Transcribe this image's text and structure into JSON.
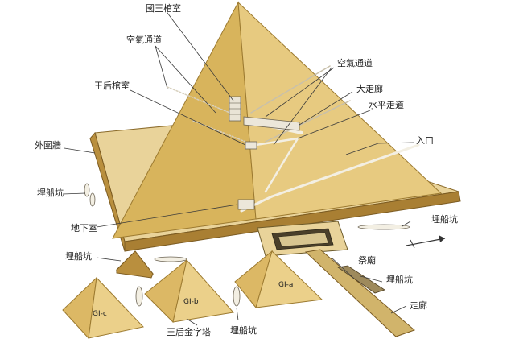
{
  "labels": {
    "king_chamber": "國王棺室",
    "air_shaft_left": "空氣通道",
    "air_shaft_right": "空氣通道",
    "queen_chamber": "王后棺室",
    "grand_gallery": "大走廊",
    "horizontal_passage": "水平走道",
    "entrance": "入口",
    "enclosure_wall": "外圍牆",
    "boat_pit_left": "埋船坑",
    "boat_pit_right": "埋船坑",
    "subterranean_chamber": "地下室",
    "boat_pit_small_pyramid": "埋船坑",
    "mortuary_temple": "祭廟",
    "boat_pit_causeway": "埋船坑",
    "causeway": "走廊",
    "queens_pyramids": "王后金字塔",
    "boat_pit_bottom": "埋船坑"
  },
  "pyramids": {
    "gia": "GI-a",
    "gib": "GI-b",
    "gic": "GI-c"
  },
  "colors": {
    "pyramid_left_face": "#d8b45c",
    "pyramid_right_face": "#e6c97e",
    "enclosure_base": "#b98f3e",
    "passage": "#f2ede0"
  },
  "icons": {
    "north_arrow": "arrow-icon"
  }
}
